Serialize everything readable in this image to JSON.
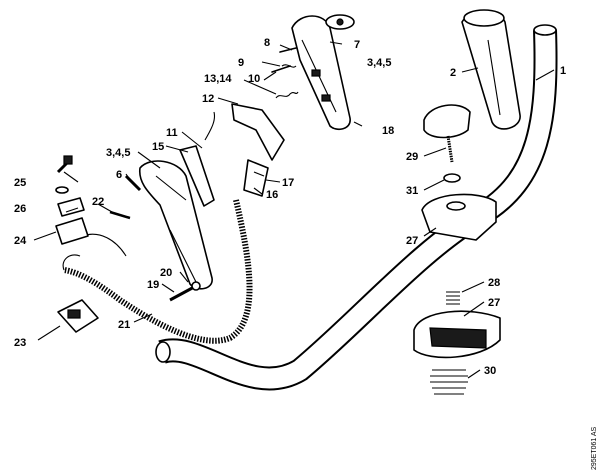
{
  "labels": {
    "l1": "1",
    "l2": "2",
    "l6": "6",
    "l7": "7",
    "l8": "8",
    "l9": "9",
    "l10": "10",
    "l11": "11",
    "l12": "12",
    "l1314": "13,14",
    "l15": "15",
    "l16": "16",
    "l17": "17",
    "l18": "18",
    "l19": "19",
    "l20": "20",
    "l21": "21",
    "l22": "22",
    "l23": "23",
    "l24": "24",
    "l25": "25",
    "l26": "26",
    "l27a": "27",
    "l27b": "27",
    "l28": "28",
    "l29": "29",
    "l30": "30",
    "l31": "31",
    "l345a": "3,4,5",
    "l345b": "3,4,5"
  },
  "drawing_code": "295ET061 AS"
}
